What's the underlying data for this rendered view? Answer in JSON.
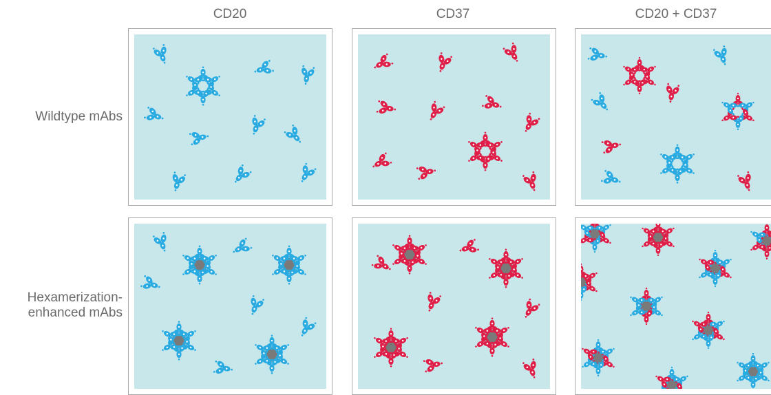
{
  "colors": {
    "cd20": "#29abe2",
    "cd37": "#e01f48",
    "background": "#c8e7ea",
    "hexamer_core": "#7a7a7a",
    "frame": "#a9a9a9",
    "text": "#6b6b6b"
  },
  "columns": [
    {
      "label": "CD20"
    },
    {
      "label": "CD37"
    },
    {
      "label": "CD20 + CD37"
    }
  ],
  "rows": [
    {
      "label_line1": "Wildtype mAbs",
      "label_line2": ""
    },
    {
      "label_line1": "Hexamerization-",
      "label_line2": "enhanced mAbs"
    }
  ],
  "legend_symbols": {
    "single_antibody": "y-shaped-antibody-icon",
    "hexamer": "six-antibody-ring-icon"
  }
}
